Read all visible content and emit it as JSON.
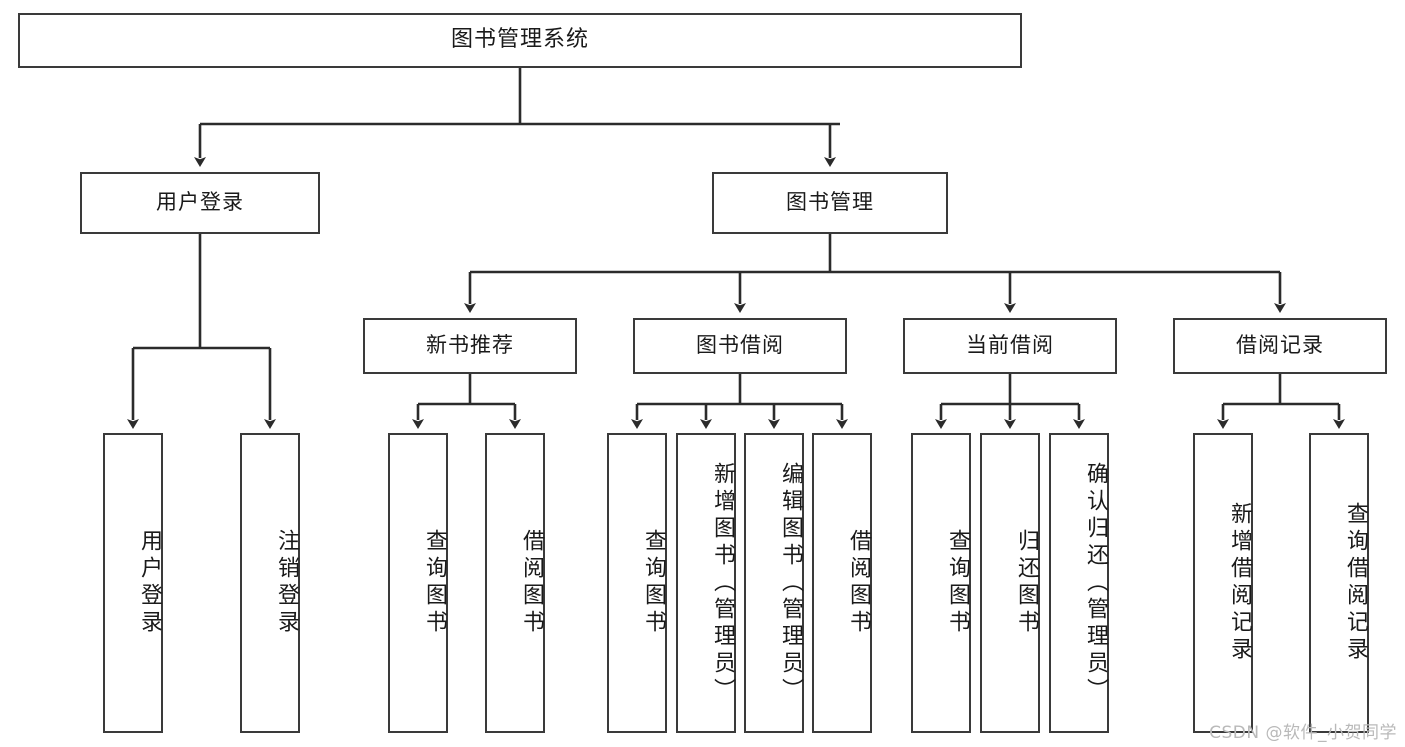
{
  "diagram": {
    "title": "图书管理系统",
    "type": "tree-hierarchy",
    "watermark": "CSDN @软件_小贺同学",
    "colors": {
      "box_border": "#3a3a3a",
      "box_fill": "#ffffff",
      "connector": "#2b2b2b",
      "text": "#1a1a1a",
      "watermark": "#b9b9b9"
    },
    "root": {
      "label": "图书管理系统"
    },
    "level2": [
      {
        "label": "用户登录"
      },
      {
        "label": "图书管理"
      }
    ],
    "level3": [
      {
        "label": "新书推荐"
      },
      {
        "label": "图书借阅"
      },
      {
        "label": "当前借阅"
      },
      {
        "label": "借阅记录"
      }
    ],
    "leaves": {
      "user_login": [
        {
          "label": "用户登录"
        },
        {
          "label": "注销登录"
        }
      ],
      "new_book_recommend": [
        {
          "label": "查询图书"
        },
        {
          "label": "借阅图书"
        }
      ],
      "book_borrow": [
        {
          "label": "查询图书"
        },
        {
          "label": "新增图书（管理员）"
        },
        {
          "label": "编辑图书（管理员）"
        },
        {
          "label": "借阅图书"
        }
      ],
      "current_borrow": [
        {
          "label": "查询图书"
        },
        {
          "label": "归还图书"
        },
        {
          "label": "确认归还（管理员）"
        }
      ],
      "borrow_record": [
        {
          "label": "新增借阅记录"
        },
        {
          "label": "查询借阅记录"
        }
      ]
    }
  }
}
